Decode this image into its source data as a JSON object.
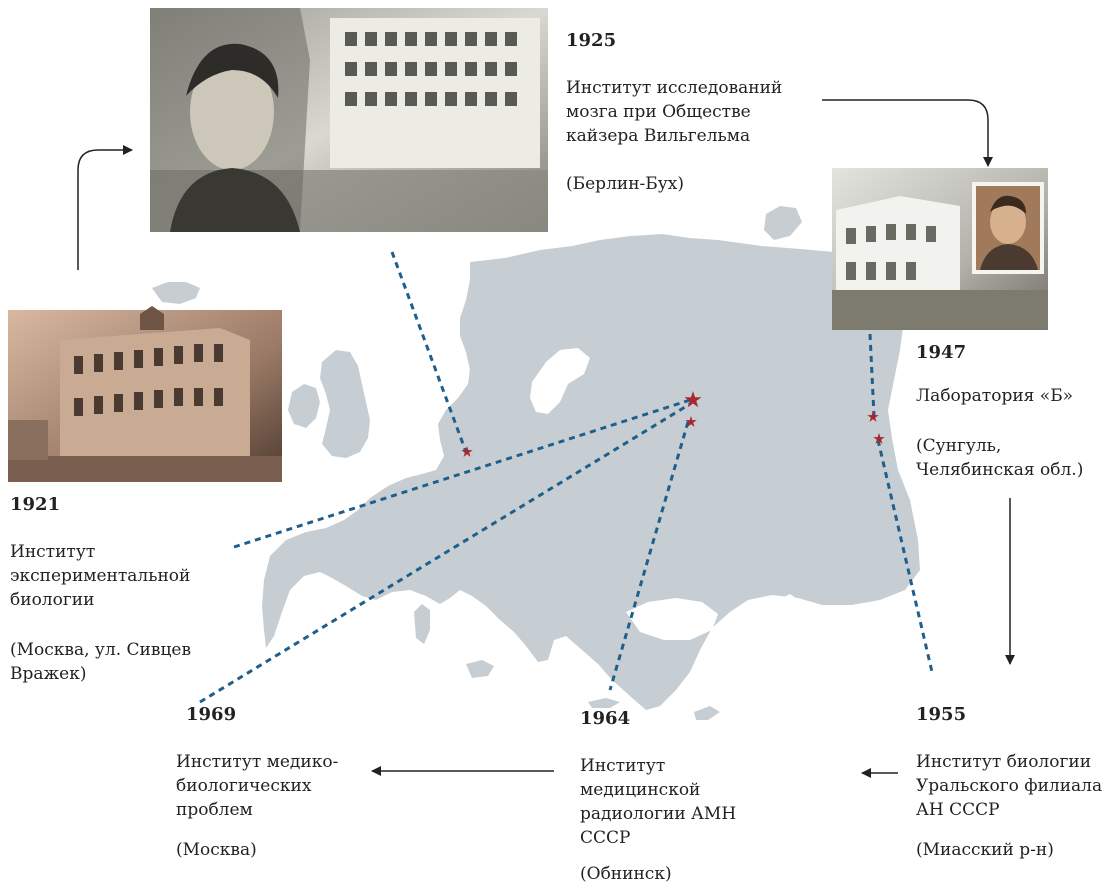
{
  "colors": {
    "map": "#c7ced3",
    "route_line": "#1e5f8c",
    "star": "#a8282f",
    "arrow": "#222222"
  },
  "icons": [
    "star-icon",
    "arrow-icon"
  ],
  "stations": {
    "s1921": {
      "year": "1921",
      "name": "Институт\nэкспериментальной\nбиологии",
      "place": "(Москва, ул. Сивцев\nВражек)"
    },
    "s1925": {
      "year": "1925",
      "name": "Институт исследований\nмозга при Обществе\nкайзера Вильгельма",
      "place": "(Берлин-Бух)"
    },
    "s1947": {
      "year": "1947",
      "name": "Лаборатория «Б»",
      "place": "(Сунгуль,\nЧелябинская обл.)"
    },
    "s1955": {
      "year": "1955",
      "name": "Институт биологии\nУральского филиала\nАН СССР",
      "place": "(Миасский р-н)"
    },
    "s1964": {
      "year": "1964",
      "name": "Институт\nмедицинской\nрадиологии АМН\nСССР",
      "place": "(Обнинск)"
    },
    "s1969": {
      "year": "1969",
      "name": "Институт медико-\nбиологических\nпроблем",
      "place": "(Москва)"
    }
  }
}
